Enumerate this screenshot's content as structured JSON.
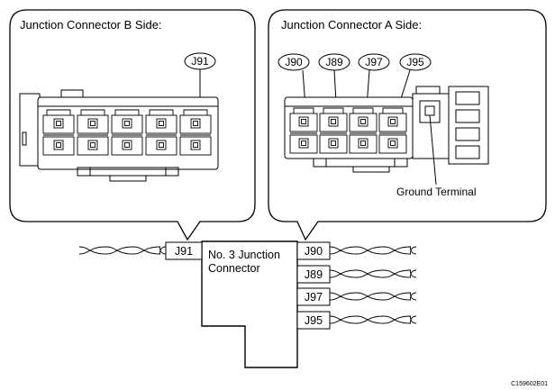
{
  "panels": {
    "b_side": {
      "title": "Junction Connector B Side:",
      "callout": "J91"
    },
    "a_side": {
      "title": "Junction Connector A Side:",
      "callouts": [
        "J90",
        "J89",
        "J97",
        "J95"
      ],
      "ground_label": "Ground Terminal"
    }
  },
  "main_connector": {
    "name_line1": "No. 3 Junction",
    "name_line2": "Connector",
    "left_tag": "J91",
    "right_tags": [
      "J90",
      "J89",
      "J97",
      "J95"
    ]
  },
  "figure_code": "C159602E01"
}
